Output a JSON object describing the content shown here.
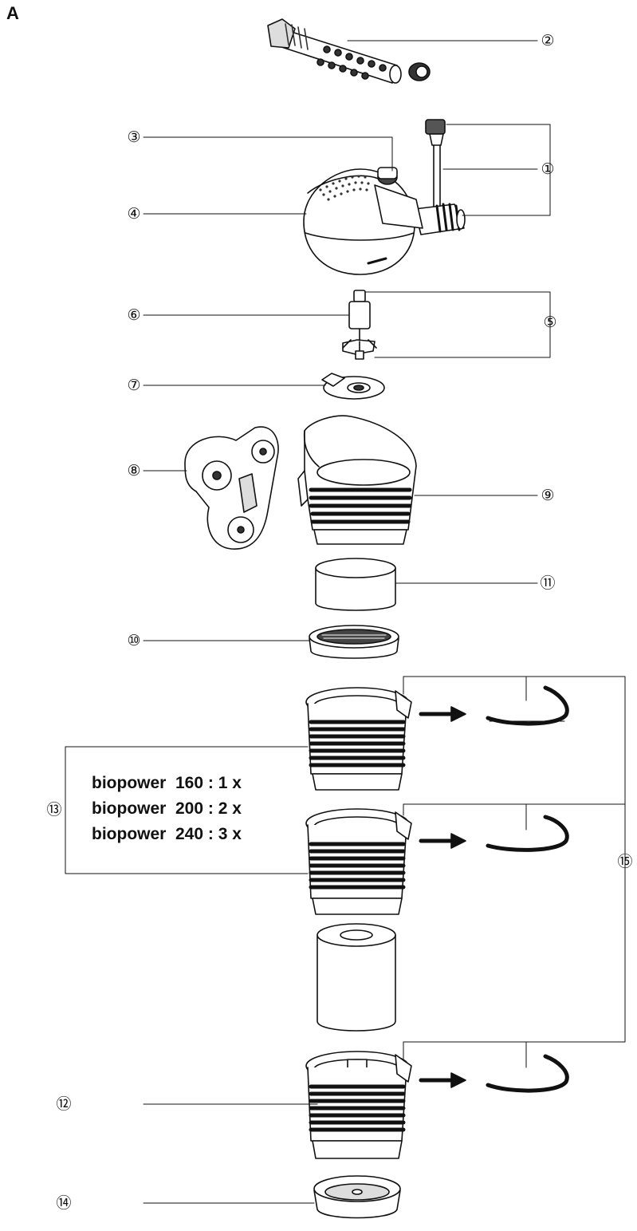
{
  "figure_label": "A",
  "callouts": [
    {
      "id": "c1",
      "label": "①"
    },
    {
      "id": "c2",
      "label": "②"
    },
    {
      "id": "c3",
      "label": "③"
    },
    {
      "id": "c4",
      "label": "④"
    },
    {
      "id": "c5",
      "label": "⑤"
    },
    {
      "id": "c6",
      "label": "⑥"
    },
    {
      "id": "c7",
      "label": "⑦"
    },
    {
      "id": "c8",
      "label": "⑧"
    },
    {
      "id": "c9",
      "label": "⑨"
    },
    {
      "id": "c10",
      "label": "⑩"
    },
    {
      "id": "c11",
      "label": "⑪"
    },
    {
      "id": "c12",
      "label": "⑫"
    },
    {
      "id": "c13",
      "label": "⑬"
    },
    {
      "id": "c14",
      "label": "⑭"
    },
    {
      "id": "c15",
      "label": "⑮"
    }
  ],
  "variants": [
    "biopower  160 : 1 x",
    "biopower  200 : 2 x",
    "biopower  240 : 3 x"
  ]
}
